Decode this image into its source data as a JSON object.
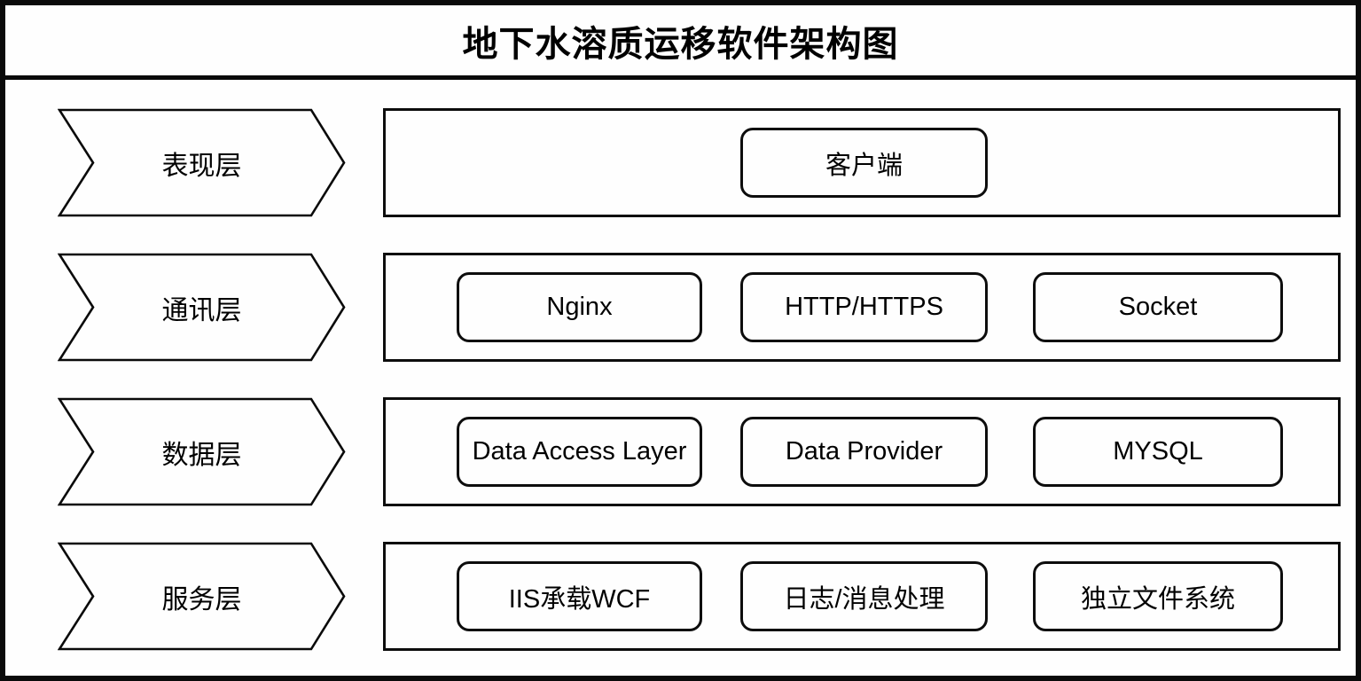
{
  "title": "地下水溶质运移软件架构图",
  "layers": [
    {
      "label": "表现层",
      "boxes": [
        "客户端"
      ]
    },
    {
      "label": "通讯层",
      "boxes": [
        "Nginx",
        "HTTP/HTTPS",
        "Socket"
      ]
    },
    {
      "label": "数据层",
      "boxes": [
        "Data Access Layer",
        "Data Provider",
        "MYSQL"
      ]
    },
    {
      "label": "服务层",
      "boxes": [
        "IIS承载WCF",
        "日志/消息处理",
        "独立文件系统"
      ]
    }
  ],
  "colors": {
    "line": "#0a0a0a",
    "background": "#fefefe",
    "text": "#000000"
  }
}
